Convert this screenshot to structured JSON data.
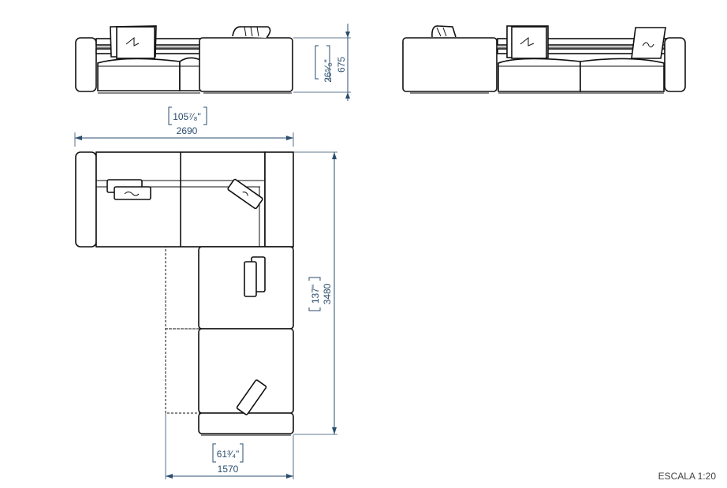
{
  "drawing": {
    "title": "Sectional sofa dimension drawing",
    "views": [
      "front-elevation-left",
      "front-elevation-right",
      "plan-view"
    ],
    "dimensions": {
      "height": {
        "mm": "675",
        "inch_whole": "26",
        "inch_num": "5",
        "inch_den": "8",
        "inch_mark": "\""
      },
      "width": {
        "mm": "2690",
        "inch_whole": "105",
        "inch_num": "7",
        "inch_den": "8",
        "inch_mark": "\""
      },
      "depth": {
        "mm": "3480",
        "inch_text": "137\""
      },
      "chaise_width": {
        "mm": "1570",
        "inch_whole": "61",
        "inch_num": "3",
        "inch_den": "4",
        "inch_mark": "\""
      }
    },
    "scale_label": "ESCALA 1:20",
    "colors": {
      "dimension": "#2b4d6e",
      "line": "#111111",
      "background": "#ffffff"
    }
  }
}
